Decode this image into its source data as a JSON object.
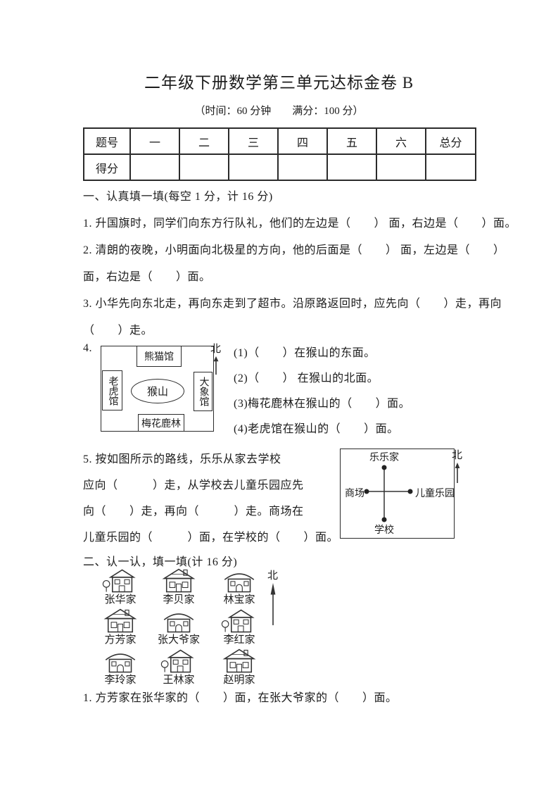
{
  "page": {
    "title": "二年级下册数学第三单元达标金卷 B",
    "subtitle": "（时间：60 分钟　　满分：100 分）"
  },
  "score_table": {
    "header_row": [
      "题号",
      "一",
      "二",
      "三",
      "四",
      "五",
      "六",
      "总分"
    ],
    "score_label": "得分"
  },
  "section1": {
    "heading": "一、认真填一填(每空 1 分，计 16 分)",
    "q1": "1. 升国旗时，同学们向东方行队礼，他们的左边是（　　） 面，右边是（　　）面。",
    "q2_line1": "2. 清朗的夜晚，小明面向北极星的方向，他的后面是（　　） 面，左边是（　　）",
    "q2_line2": "面，右边是（　　）面。",
    "q3_line1": "3. 小华先向东北走，再向东走到了超市。沿原路返回时，应先向（　　）走，再向",
    "q3_line2": "（　　）走。",
    "q4": {
      "number": "4.",
      "north_label": "北",
      "zoo": {
        "top": "熊猫馆",
        "left": "老虎馆",
        "center": "猴山",
        "right": "大象馆",
        "bottom": "梅花鹿林"
      },
      "subquestions": [
        "(1)（　　）在猴山的东面。",
        "(2)（　　） 在猴山的北面。",
        "(3)梅花鹿林在猴山的（　　）面。",
        "(4)老虎馆在猴山的（　　）面。"
      ]
    },
    "q5": {
      "lines": [
        "5. 按如图所示的路线，乐乐从家去学校",
        "应向（　　　）走，从学校去儿童乐园应先",
        "向（　　）走，再向（　　　）走。商场在",
        "儿童乐园的（　　　）面，在学校的（　　）面。"
      ],
      "map": {
        "north_label": "北",
        "top": "乐乐家",
        "left": "商场",
        "right": "儿童乐园",
        "bottom": "学校"
      }
    }
  },
  "section2": {
    "heading": "二、认一认，填一填(计 16 分)",
    "north_label": "北",
    "houses": [
      [
        "张华家",
        "李贝家",
        "林宝家"
      ],
      [
        "方芳家",
        "张大爷家",
        "李红家"
      ],
      [
        "李玲家",
        "王林家",
        "赵明家"
      ]
    ],
    "q1": "1. 方芳家在张华家的（　　）面，在张大爷家的（　　）面。"
  }
}
